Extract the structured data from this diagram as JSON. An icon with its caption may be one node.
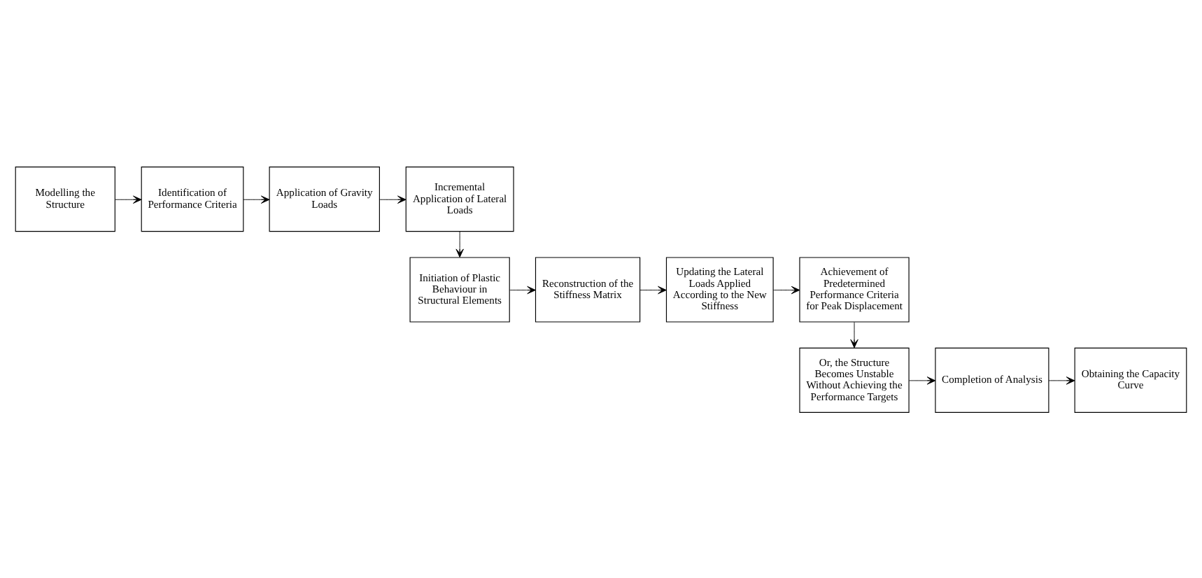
{
  "diagram": {
    "nodes": [
      {
        "text": [
          "Modelling the Structure"
        ]
      },
      {
        "text": [
          "Identification of Performance Criteria"
        ]
      },
      {
        "text": [
          "Application of Gravity Loads"
        ]
      },
      {
        "text": [
          "Incremental Application of Lateral Loads"
        ]
      },
      {
        "text": [
          "Initiation of Plastic Behaviour in Structural Elements"
        ]
      },
      {
        "text": [
          "Reconstruction of the Stiffness Matrix"
        ]
      },
      {
        "text": [
          "Updating the Lateral Loads Applied According to the New Stiffness"
        ]
      },
      {
        "text": [
          "Achievement of Predetermined Performance Criteria for Peak Displacement"
        ]
      },
      {
        "text": [
          "Or, the Structure Becomes Unstable Without Achieving the Performance Targets"
        ]
      },
      {
        "text": [
          "Completion of Analysis"
        ]
      },
      {
        "text": [
          "Obtaining the Capacity Curve"
        ]
      }
    ],
    "edges": [
      {
        "from": 0,
        "to": 1,
        "arrow": "to"
      },
      {
        "from": 1,
        "to": 2,
        "arrow": "to"
      },
      {
        "from": 2,
        "to": 3,
        "arrow": "to"
      },
      {
        "from": 3,
        "to": 4,
        "arrow": "to"
      },
      {
        "from": 4,
        "to": 5,
        "arrow": "to"
      },
      {
        "from": 5,
        "to": 6,
        "arrow": "to"
      },
      {
        "from": 6,
        "to": 7,
        "arrow": "to"
      },
      {
        "from": 7,
        "to": 8,
        "arrow": "to"
      },
      {
        "from": 8,
        "to": 9,
        "arrow": "to"
      },
      {
        "from": 9,
        "to": 10,
        "arrow": "to"
      }
    ]
  }
}
